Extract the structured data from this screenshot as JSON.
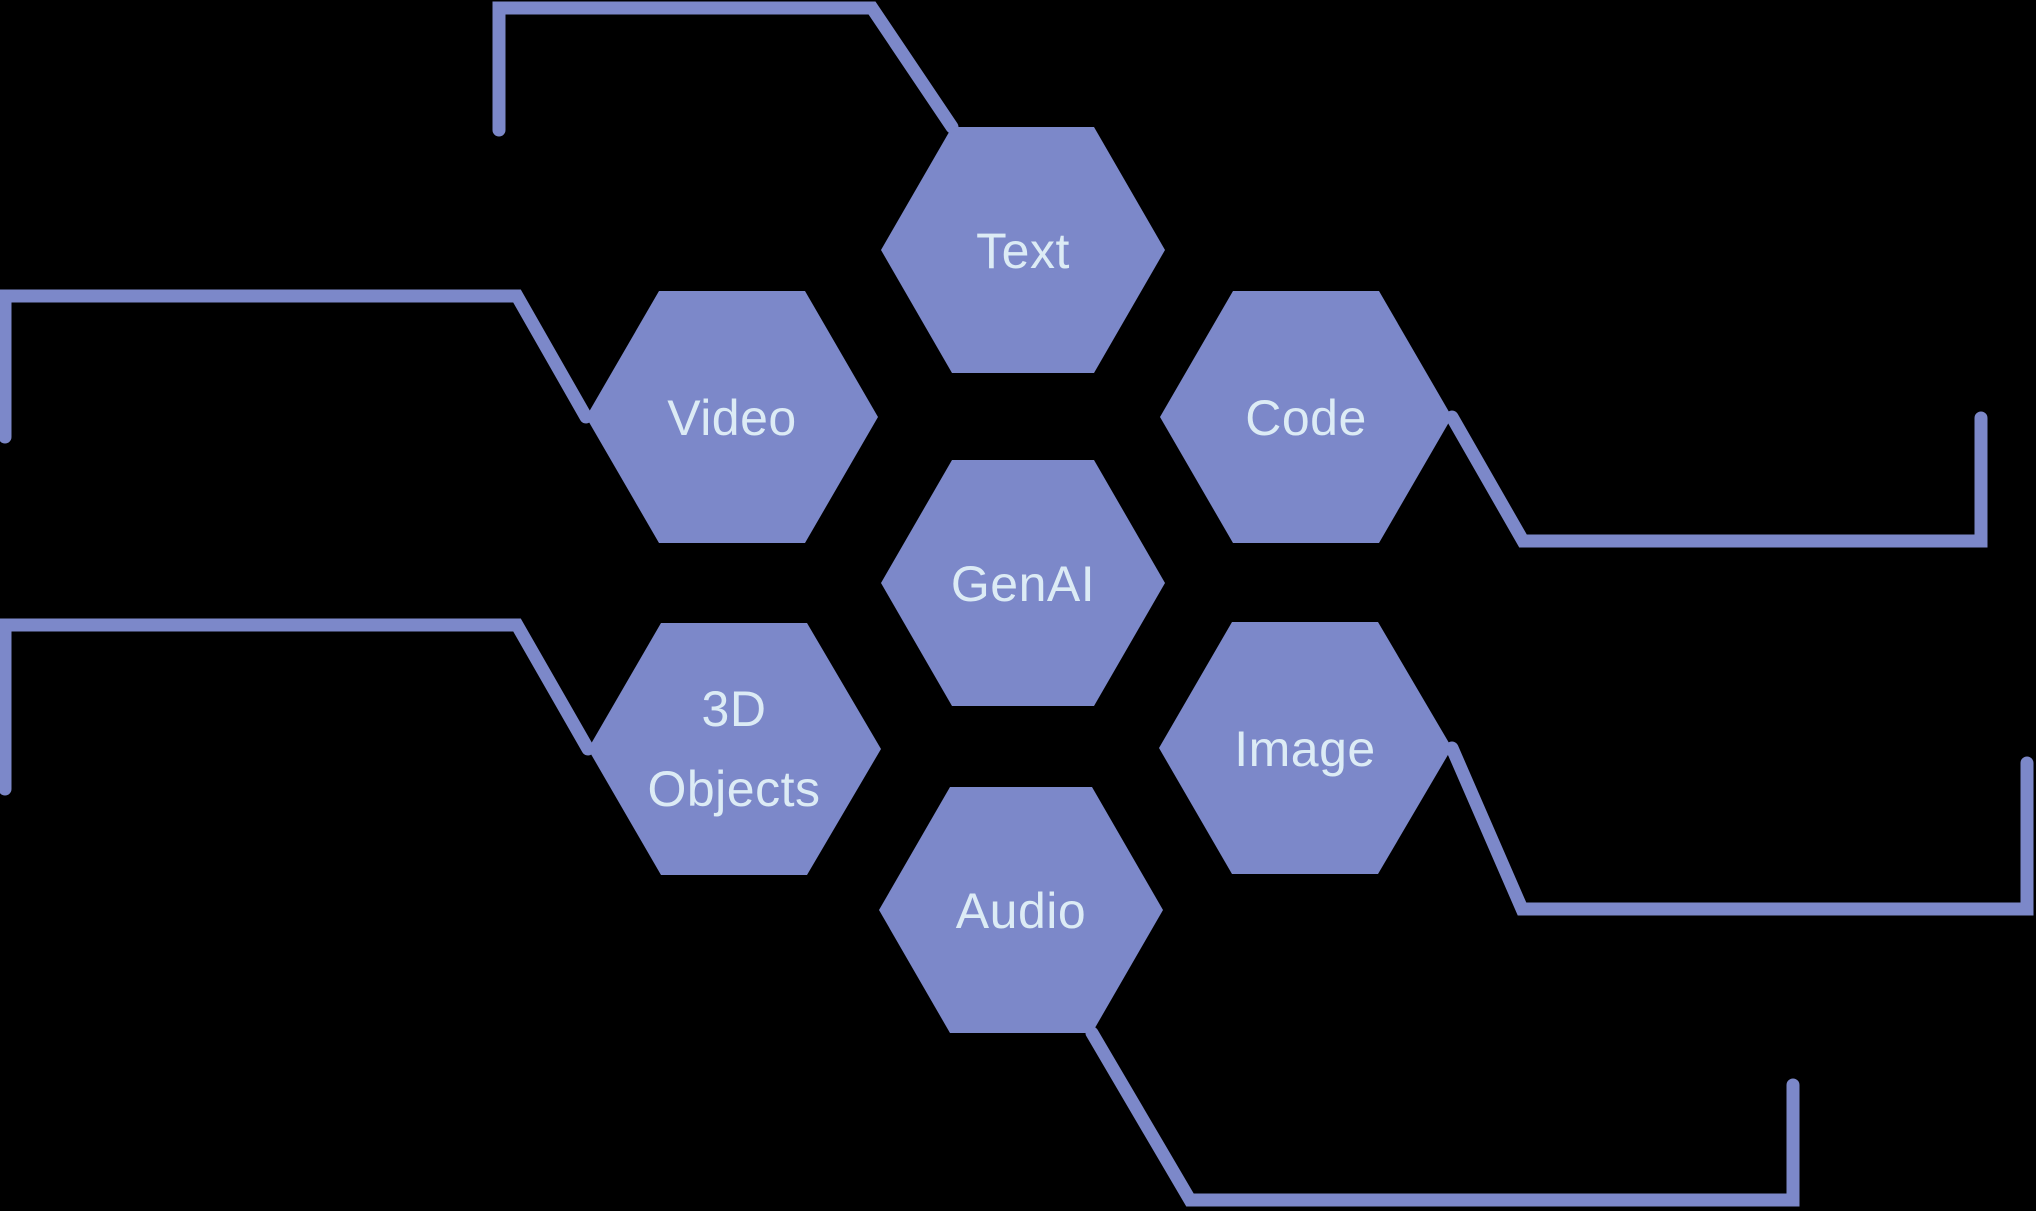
{
  "diagram": {
    "background_color": "#000000",
    "colors": {
      "hexagon_fill": "#7c88c9",
      "connector_line": "#7c88c9",
      "label_text": "#dcebf5"
    },
    "center_node_id": "genai",
    "nodes": [
      {
        "id": "text",
        "label": "Text"
      },
      {
        "id": "video",
        "label": "Video"
      },
      {
        "id": "code",
        "label": "Code"
      },
      {
        "id": "genai",
        "label": "GenAI"
      },
      {
        "id": "objects3d",
        "label": "3D Objects",
        "lines": [
          "3D",
          "Objects"
        ]
      },
      {
        "id": "image",
        "label": "Image"
      },
      {
        "id": "audio",
        "label": "Audio"
      }
    ],
    "callouts": [
      {
        "from": "text",
        "direction": "up-left",
        "label": ""
      },
      {
        "from": "video",
        "direction": "left",
        "label": ""
      },
      {
        "from": "code",
        "direction": "right",
        "label": ""
      },
      {
        "from": "objects3d",
        "direction": "left",
        "label": ""
      },
      {
        "from": "image",
        "direction": "right",
        "label": ""
      },
      {
        "from": "audio",
        "direction": "down-right",
        "label": ""
      }
    ]
  }
}
